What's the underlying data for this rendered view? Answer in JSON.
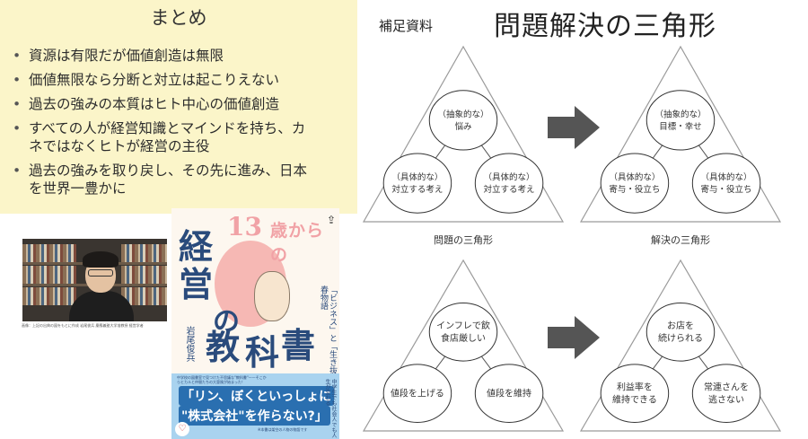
{
  "summary": {
    "title": "まとめ",
    "items": [
      {
        "bullet": "•",
        "line1": "資源は有限だが価値創造は無限",
        "line2": ""
      },
      {
        "bullet": "•",
        "line1": "価値無限なら分断と対立は起こりえない",
        "line2": ""
      },
      {
        "bullet": "•",
        "line1": "過去の強みの本質はヒト中心の価値創造",
        "line2": ""
      },
      {
        "bullet": "•",
        "line1": "すべての人が経営知識とマインドを持ち、カ",
        "line2": "ネではなくヒトが経営の主役"
      },
      {
        "bullet": "•",
        "line1": "過去の強みを取り戻し、その先に進み、日本",
        "line2": "を世界一豊かに"
      }
    ]
  },
  "video": {
    "caption": "画像：上記の出典の図をもとに作成 岩尾俊兵 慶應義塾大学准教授 経営学者"
  },
  "book": {
    "age": "13",
    "kara": "歳からの",
    "title_lines": [
      "経",
      "営",
      "の",
      "教",
      "科",
      "書"
    ],
    "subtitle": "「ビジネス」と「生き抜く力」を学べる青春物語",
    "author": "岩尾俊兵",
    "blurb": "中学校の図書室で見つけた不思議な\"教科書\"——そこからヒカルと仲間たちの大冒険が始まった！",
    "quote_line1": "「リン、ぼくといっしょに",
    "quote_line2": "\"株式会社\"を作らない?」",
    "side_text": "中学生でも社会人でも人生が変わる",
    "footer": "※本書は架空の人物の物語です",
    "share_icon": "share-icon",
    "heart_icon": "heart-icon"
  },
  "diagram": {
    "supplement_label": "補足資料",
    "title": "問題解決の三角形",
    "problem_triangle": {
      "top": [
        "（抽象的な）",
        "悩み"
      ],
      "left": [
        "（具体的な）",
        "対立する考え"
      ],
      "right": [
        "（具体的な）",
        "対立する考え"
      ],
      "label": "問題の三角形"
    },
    "solution_triangle": {
      "top": [
        "（抽象的な）",
        "目標・幸せ"
      ],
      "left": [
        "（具体的な）",
        "寄与・役立ち"
      ],
      "right": [
        "（具体的な）",
        "寄与・役立ち"
      ],
      "label": "解決の三角形"
    },
    "example_problem": {
      "top": [
        "インフレで飲",
        "食店厳しい"
      ],
      "left": [
        "値段を上げる"
      ],
      "right": [
        "値段を維持"
      ]
    },
    "example_solution": {
      "top": [
        "お店を",
        "続けられる"
      ],
      "left": [
        "利益率を",
        "維持できる"
      ],
      "right": [
        "常連さんを",
        "逃さない"
      ]
    },
    "arrow_color": "#555555"
  }
}
